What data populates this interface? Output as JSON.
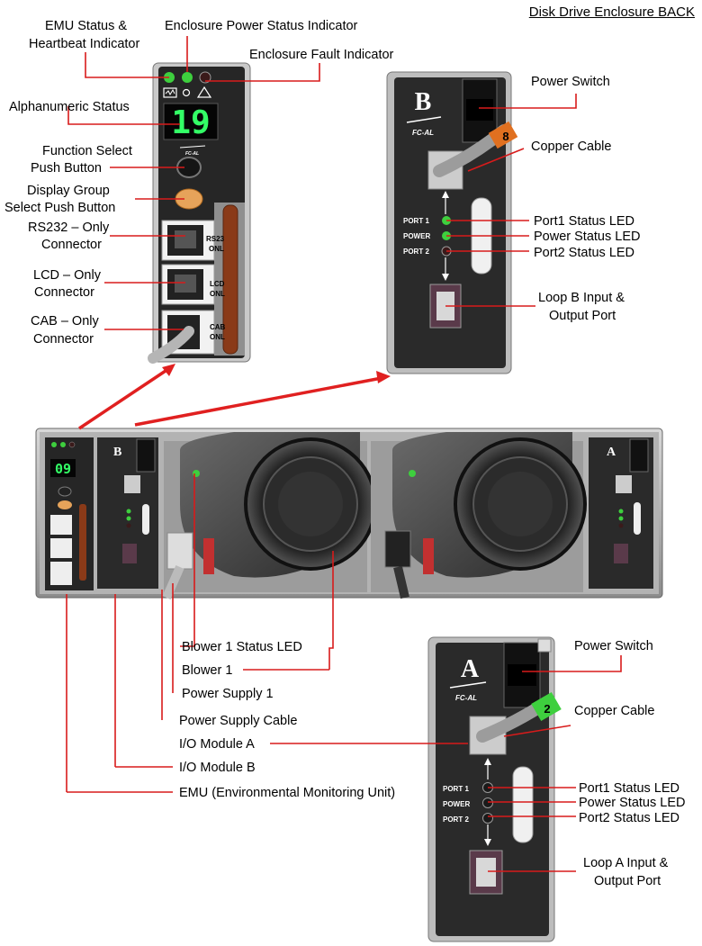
{
  "title": "Disk Drive Enclosure BACK",
  "labels": {
    "emu_status": "EMU Status &",
    "emu_status_2": "Heartbeat Indicator",
    "enc_power": "Enclosure Power Status Indicator",
    "enc_fault": "Enclosure Fault Indicator",
    "alnum": "Alphanumeric Status",
    "func_sel": "Function Select",
    "func_sel_2": "Push Button",
    "disp_grp": "Display Group",
    "disp_grp_2": "Select Push Button",
    "rs232": "RS232 – Only",
    "rs232_2": "Connector",
    "lcd": "LCD – Only",
    "lcd_2": "Connector",
    "cab": "CAB – Only",
    "cab_2": "Connector",
    "power_switch_b": "Power Switch",
    "copper_b": "Copper Cable",
    "port1_b": "Port1 Status LED",
    "power_b": "Power Status LED",
    "port2_b": "Port2 Status LED",
    "loop_b": "Loop B Input &",
    "loop_b_2": "Output Port",
    "blower_led": "Blower 1 Status LED",
    "blower": "Blower 1",
    "psu": "Power Supply 1",
    "psu_cable": "Power Supply Cable",
    "iom_a": "I/O Module A",
    "iom_b": "I/O Module B",
    "emu": "EMU (Environmental Monitoring Unit)",
    "power_switch_a": "Power Switch",
    "copper_a": "Copper Cable",
    "port1_a": "Port1 Status LED",
    "power_a": "Power Status LED",
    "port2_a": "Port2 Status LED",
    "loop_a": "Loop A Input &",
    "loop_a_2": "Output Port"
  },
  "panel": {
    "module_b_letter": "B",
    "module_a_letter": "A",
    "fc_al": "FC-AL",
    "port1": "PORT 1",
    "power": "POWER",
    "port2": "PORT 2",
    "display_value": "19",
    "mini_display_value": "09",
    "rs232_conn": "RS23",
    "rs232_conn_2": "ONL",
    "lcd_conn": "LCD",
    "lcd_conn_2": "ONL",
    "cab_conn": "CAB",
    "cab_conn_2": "ONL",
    "cable_tag_b": "8",
    "cable_tag_a": "2"
  },
  "colors": {
    "leader": "#d81b1b",
    "led_green": "#3ecf3e",
    "led_off": "#3a1a1a",
    "panel_dark": "#2b2b2b",
    "panel_gray": "#9a9a9a",
    "display_green": "#33ff66",
    "cable_orange": "#e07020"
  }
}
